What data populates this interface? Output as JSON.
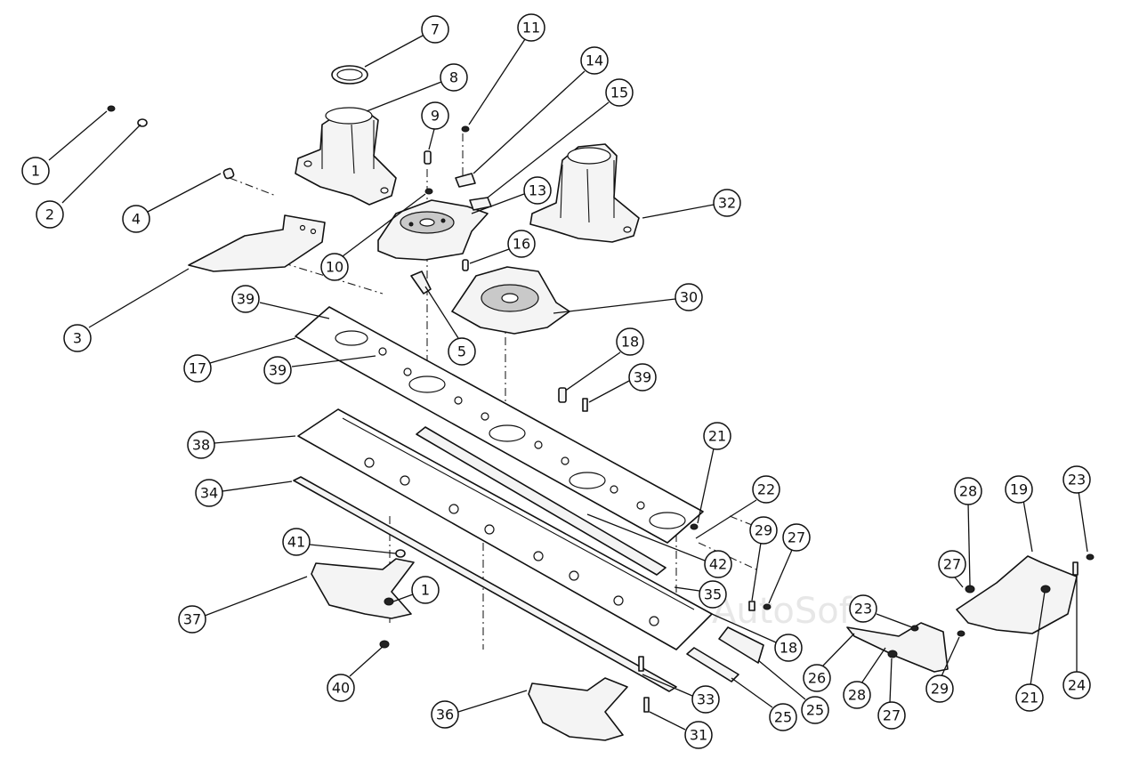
{
  "watermark": "AutoSoft",
  "callouts": [
    {
      "id": "c1a",
      "label": "1"
    },
    {
      "id": "c2",
      "label": "2"
    },
    {
      "id": "c3",
      "label": "3"
    },
    {
      "id": "c4",
      "label": "4"
    },
    {
      "id": "c5",
      "label": "5"
    },
    {
      "id": "c7",
      "label": "7"
    },
    {
      "id": "c8",
      "label": "8"
    },
    {
      "id": "c9",
      "label": "9"
    },
    {
      "id": "c10",
      "label": "10"
    },
    {
      "id": "c11",
      "label": "11"
    },
    {
      "id": "c13",
      "label": "13"
    },
    {
      "id": "c14",
      "label": "14"
    },
    {
      "id": "c15",
      "label": "15"
    },
    {
      "id": "c16",
      "label": "16"
    },
    {
      "id": "c17",
      "label": "17"
    },
    {
      "id": "c18a",
      "label": "18"
    },
    {
      "id": "c39a",
      "label": "39"
    },
    {
      "id": "c39b",
      "label": "39"
    },
    {
      "id": "c39c",
      "label": "39"
    },
    {
      "id": "c30",
      "label": "30"
    },
    {
      "id": "c32",
      "label": "32"
    },
    {
      "id": "c21a",
      "label": "21"
    },
    {
      "id": "c22",
      "label": "22"
    },
    {
      "id": "c38",
      "label": "38"
    },
    {
      "id": "c34",
      "label": "34"
    },
    {
      "id": "c41",
      "label": "41"
    },
    {
      "id": "c1b",
      "label": "1"
    },
    {
      "id": "c37",
      "label": "37"
    },
    {
      "id": "c40",
      "label": "40"
    },
    {
      "id": "c42",
      "label": "42"
    },
    {
      "id": "c35",
      "label": "35"
    },
    {
      "id": "c18b",
      "label": "18"
    },
    {
      "id": "c29a",
      "label": "29"
    },
    {
      "id": "c27a",
      "label": "27"
    },
    {
      "id": "c33",
      "label": "33"
    },
    {
      "id": "c36",
      "label": "36"
    },
    {
      "id": "c31",
      "label": "31"
    },
    {
      "id": "c25a",
      "label": "25"
    },
    {
      "id": "c25b",
      "label": "25"
    },
    {
      "id": "c23a",
      "label": "23"
    },
    {
      "id": "c26",
      "label": "26"
    },
    {
      "id": "c28a",
      "label": "28"
    },
    {
      "id": "c27b",
      "label": "27"
    },
    {
      "id": "c29b",
      "label": "29"
    },
    {
      "id": "c28b",
      "label": "28"
    },
    {
      "id": "c19",
      "label": "19"
    },
    {
      "id": "c23b",
      "label": "23"
    },
    {
      "id": "c27c",
      "label": "27"
    },
    {
      "id": "c21b",
      "label": "21"
    },
    {
      "id": "c24",
      "label": "24"
    }
  ]
}
